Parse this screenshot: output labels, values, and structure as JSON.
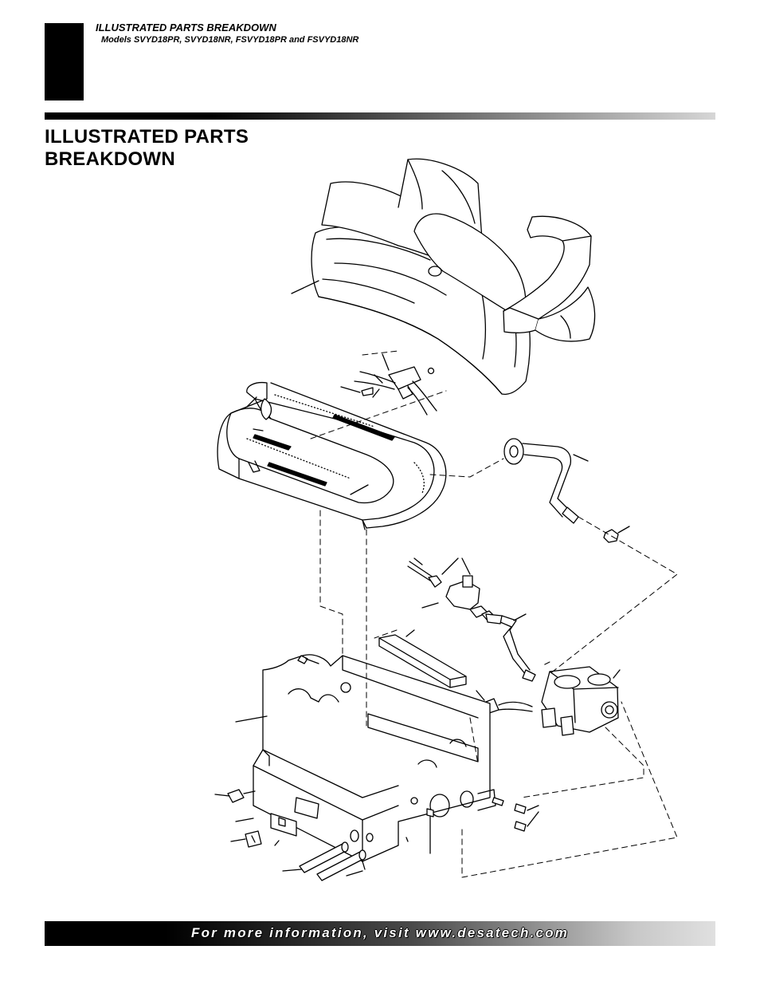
{
  "header": {
    "section": "ILLUSTRATED PARTS BREAKDOWN",
    "models": "Models SVYD18PR, SVYD18NR, FSVYD18PR and FSVYD18NR"
  },
  "page_title": {
    "line1": "ILLUSTRATED PARTS",
    "line2": "BREAKDOWN"
  },
  "footer": {
    "text": "For more information, visit www.desatech.com"
  }
}
